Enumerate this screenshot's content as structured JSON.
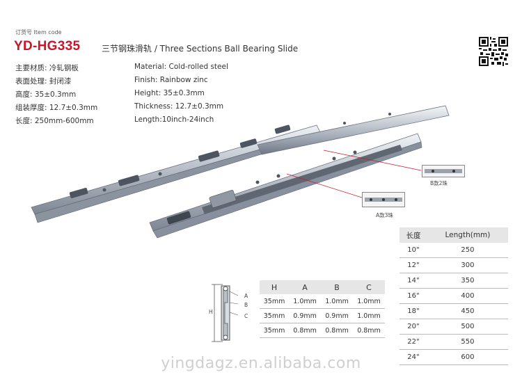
{
  "header": {
    "item_code_label": "订货号 Item code",
    "model": "YD-HG335",
    "title": "三节钢珠滑轨 / Three Sections Ball Bearing Slide"
  },
  "specs_cn": [
    "主要材质:  冷轧钢板",
    "表面处理:  封闭漆",
    "高度:  35±0.3mm",
    "组装厚度:  12.7±0.3mm",
    "长度:  250mm-600mm"
  ],
  "specs_en": [
    "Material: Cold-rolled steel",
    "Finish: Rainbow zinc",
    "Height: 35±0.3mm",
    "Thickness: 12.7±0.3mm",
    "Length:10inch-24inch"
  ],
  "callouts": {
    "b": "B款2珠",
    "a": "A款3珠"
  },
  "profile_labels": {
    "h": "H",
    "a": "A",
    "b": "B",
    "c": "C"
  },
  "length_table": {
    "headers": [
      "长度",
      "Length(mm)"
    ],
    "rows": [
      [
        "10\"",
        "250"
      ],
      [
        "12\"",
        "300"
      ],
      [
        "14\"",
        "350"
      ],
      [
        "16\"",
        "400"
      ],
      [
        "18\"",
        "450"
      ],
      [
        "20\"",
        "500"
      ],
      [
        "22\"",
        "550"
      ],
      [
        "24\"",
        "600"
      ]
    ]
  },
  "dim_table": {
    "headers": [
      "H",
      "A",
      "B",
      "C"
    ],
    "rows": [
      [
        "35mm",
        "1.0mm",
        "1.0mm",
        "1.0mm"
      ],
      [
        "35mm",
        "0.9mm",
        "0.9mm",
        "1.0mm"
      ],
      [
        "35mm",
        "0.8mm",
        "0.8mm",
        "0.8mm"
      ]
    ]
  },
  "watermark": "yingdagz.en.alibaba.com",
  "colors": {
    "brand": "#c8162a",
    "table_header": "#e6e6e6",
    "callout_line": "#c8162a"
  }
}
